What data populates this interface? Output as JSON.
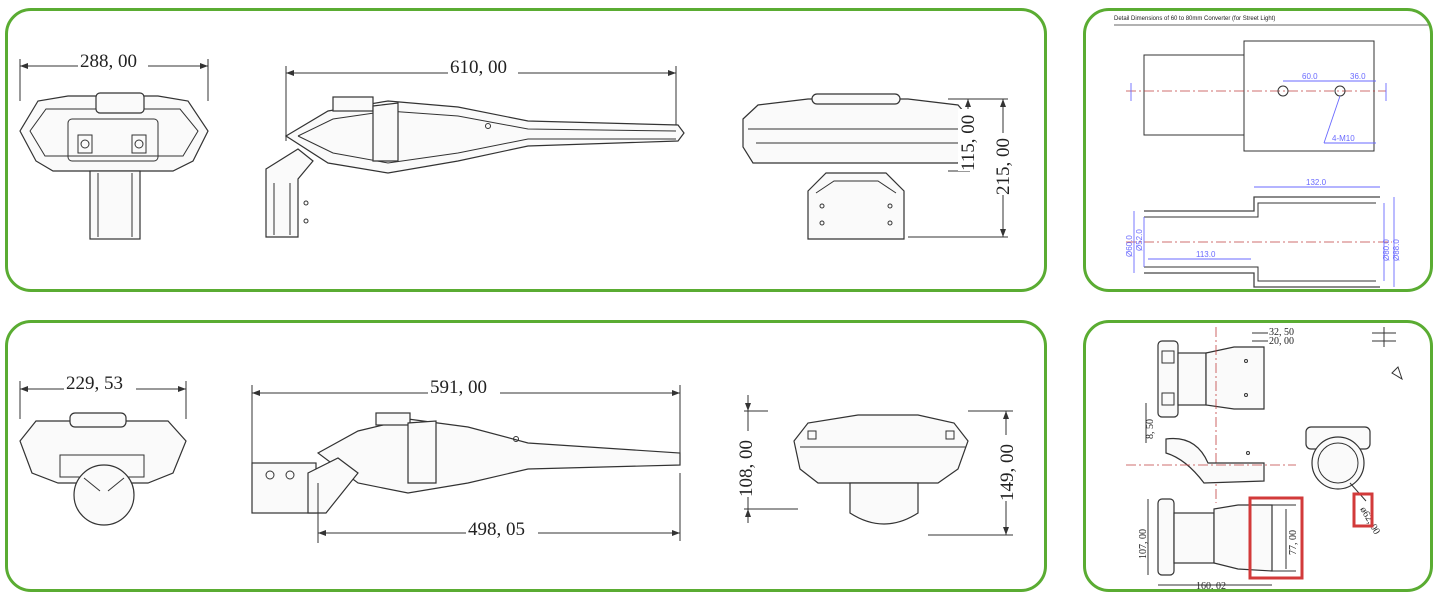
{
  "panel_top_left": {
    "front_width": "288, 00",
    "side_length": "610, 00",
    "rear_upper_height": "115, 00",
    "rear_total_height": "215, 00"
  },
  "panel_bottom_left": {
    "front_width": "229, 53",
    "side_length": "591, 00",
    "side_lower_length": "498, 05",
    "rear_left_height": "108, 00",
    "rear_right_height": "149, 00"
  },
  "panel_top_right": {
    "title": "Detail Dimensions of 60 to 80mm Converter (for Street Light)",
    "dim_60": "60.0",
    "dim_36": "36.0",
    "hole_label": "4-M10",
    "dim_132": "132.0",
    "dim_113": "113.0",
    "dia_60": "Ø60.0",
    "dia_52": "Ø52.0",
    "dia_80": "Ø80.0",
    "dia_88": "Ø88.0"
  },
  "panel_bottom_right": {
    "dim_32_50": "32, 50",
    "dim_20_00": "20, 00",
    "dim_8_50": "8, 50",
    "dim_107": "107, 00",
    "dim_77": "77, 00",
    "dim_160": "160, 02",
    "dia_62": "ø62, 00"
  },
  "colors": {
    "panel_border": "#5aac32",
    "highlight": "#d23a3a",
    "dimension_blue": "#6a6aff"
  }
}
